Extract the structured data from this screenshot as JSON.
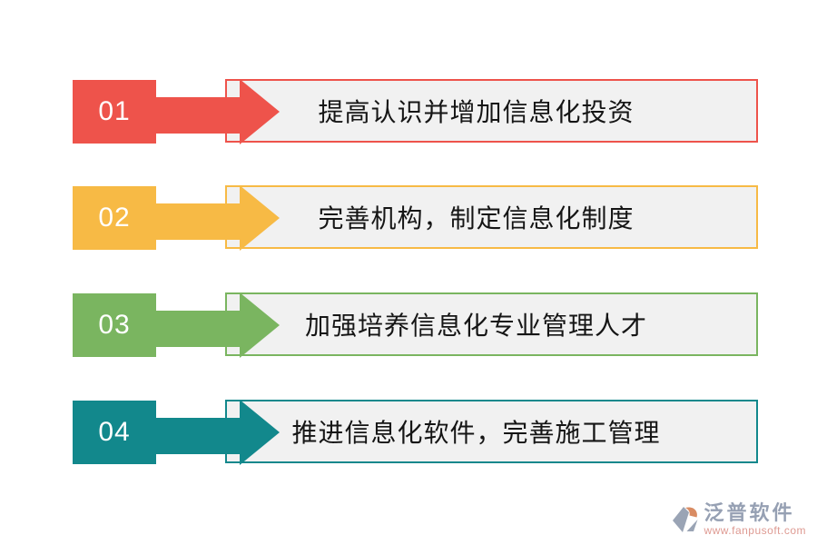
{
  "steps": [
    {
      "number": "01",
      "label": "提高认识并增加信息化投资",
      "color": "#ee534b"
    },
    {
      "number": "02",
      "label": "完善机构，制定信息化制度",
      "color": "#f7ba45"
    },
    {
      "number": "03",
      "label": "加强培养信息化专业管理人才",
      "color": "#7ab560"
    },
    {
      "number": "04",
      "label": "推进信息化软件，完善施工管理",
      "color": "#12888c"
    }
  ],
  "colors": {
    "box_fill": "#f1f1f1",
    "step_number_text": "#ffffff",
    "label_text": "#151515"
  },
  "footer": {
    "brand": "泛普软件",
    "url": "www.fanpusoft.com",
    "brand_color": "#96a0b3",
    "url_color": "#de9a92",
    "icon": "fanpu-logo-icon",
    "icon_gray": "#9aa4b5",
    "icon_orange": "#d98c63"
  }
}
